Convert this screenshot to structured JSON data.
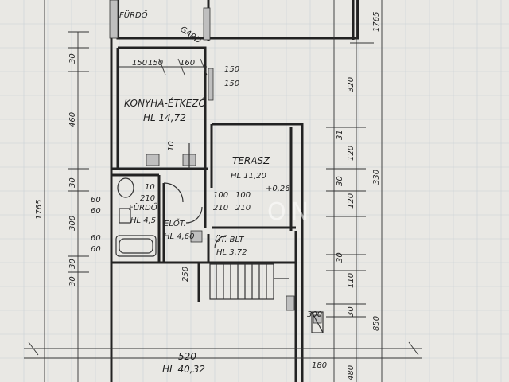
{
  "rooms": {
    "bath_top": "FÜRDŐ",
    "pantry": "GARD",
    "kitchen_name": "KONYHA-ÉTKEZŐ",
    "kitchen_area": "HL 14,72",
    "terrace_name": "TERASZ",
    "terrace_area": "HL 11,20",
    "bath_name": "FÜRDŐ",
    "bath_area": "HL 4,5",
    "hall_name": "ELŐT.",
    "hall_area": "HL 4,60",
    "storage_name": "ÜT. BLT",
    "storage_area": "HL 3,72",
    "garage_width": "520",
    "garage_area": "HL 40,32",
    "elevation": "+0,26"
  },
  "dimensions": {
    "left": [
      "30",
      "460",
      "30",
      "300",
      "30",
      "30",
      "1765"
    ],
    "right": [
      "320",
      "31",
      "120",
      "30",
      "330",
      "120",
      "30",
      "110",
      "30",
      "850",
      "480",
      "1765"
    ],
    "interior": [
      "150",
      "150",
      "160",
      "150",
      "150",
      "10",
      "100",
      "210",
      "60",
      "60",
      "60",
      "60",
      "10",
      "210",
      "100",
      "210",
      "250",
      "180",
      "300"
    ]
  },
  "watermark": "ON"
}
